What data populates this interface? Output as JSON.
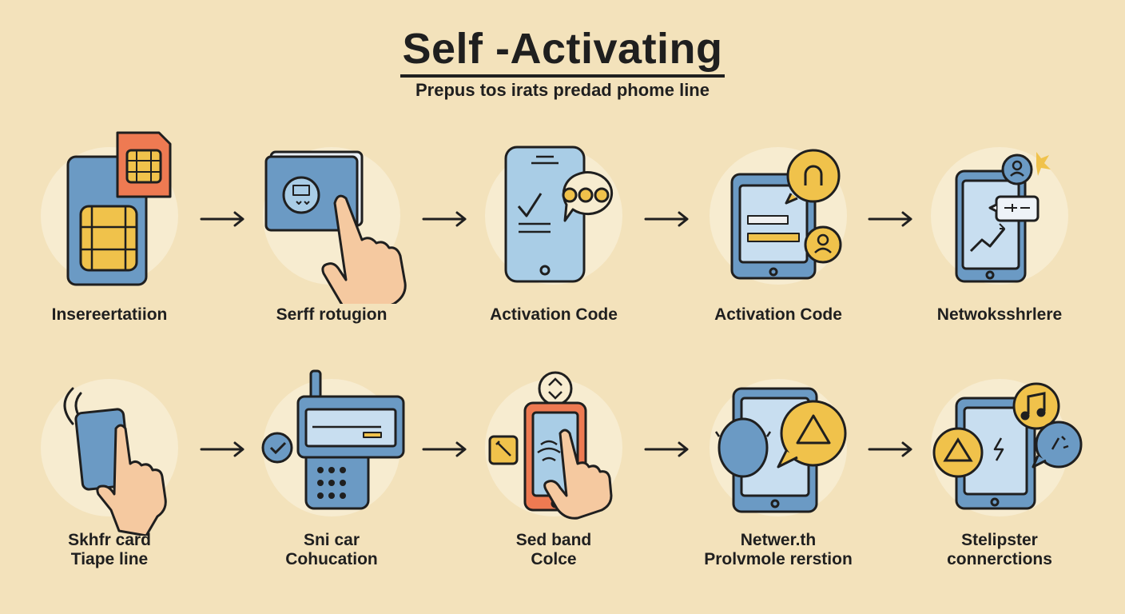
{
  "header": {
    "title": "Self -Activating",
    "subtitle": "Prepus tos irats predad phome line"
  },
  "row1": [
    {
      "label": "Insereertatiion"
    },
    {
      "label": "Serff rotugion"
    },
    {
      "label": "Activation Code"
    },
    {
      "label": "Activation Code"
    },
    {
      "label": "Netwoksshrlere"
    }
  ],
  "row2": [
    {
      "line1": "Skhfr card",
      "line2": "Tiape line"
    },
    {
      "line1": "Sni car",
      "line2": "Cohucation"
    },
    {
      "line1": "Sed band",
      "line2": "Colce"
    },
    {
      "line1": "Netwer.th",
      "line2": "Prolvmole rerstion"
    },
    {
      "line1": "Stelipster",
      "line2": "connerctions"
    }
  ],
  "colors": {
    "background": "#f3e2bb",
    "circle": "#f7ecd0",
    "blue": "#6b9ac4",
    "blue_light": "#a9cde6",
    "orange": "#ee7a52",
    "yellow": "#f0c24b",
    "skin": "#f5c9a0",
    "ink": "#1f1f1f"
  }
}
